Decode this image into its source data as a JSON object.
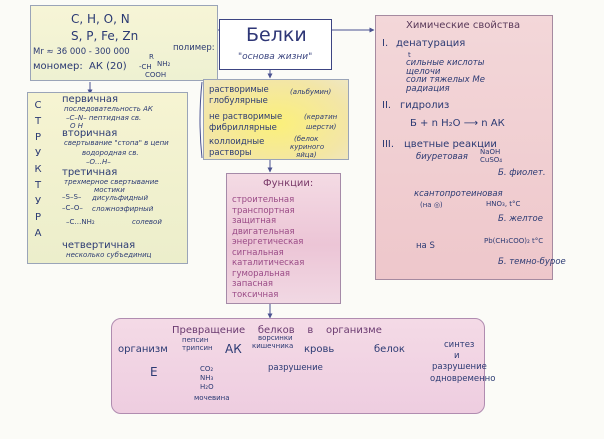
{
  "center": {
    "title": "Белки",
    "subtitle": "\"основа жизни\""
  },
  "composition": {
    "elements_line1": "C, H, O, N",
    "elements_line2": "S, P, Fe, Zn",
    "mr": "Mr ≈ 36 000 - 300 000",
    "monomer_label": "мономер:",
    "monomer_formula": "АК (20)",
    "polymer_label": "полимер:",
    "formula_r": "R",
    "formula_ch": "-CH",
    "formula_nh2": "NH₂",
    "formula_cooh": "COOH"
  },
  "structure": {
    "side_label": [
      "С",
      "Т",
      "Р",
      "У",
      "К",
      "Т",
      "У",
      "Р",
      "А"
    ],
    "primary_title": "первичная",
    "primary_desc": "последовательность АК",
    "primary_bond": "–C–N– пептидная св.",
    "primary_bond2": "O  H",
    "secondary_title": "вторичная",
    "secondary_desc": "свертывание \"стопа\" в цепи",
    "secondary_bond": "водородная св.",
    "secondary_bond2": "–O…H–",
    "tertiary_title": "третичная",
    "tertiary_desc": "трехмерное свертывание",
    "tertiary_ss": "–S–S–",
    "tertiary_ss_desc": "дисульфидный",
    "tertiary_bridge": "мостики",
    "tertiary_ester": "–C–O–",
    "tertiary_ester_desc": "сложноэфирный",
    "tertiary_salt": "–C…NH₂",
    "tertiary_salt_desc": "солевой",
    "quaternary_title": "четвертичная",
    "quaternary_desc": "несколько субъединиц"
  },
  "solubility": {
    "soluble": "растворимые",
    "globular": "глобулярные",
    "albumin": "(альбумин)",
    "insoluble": "не растворимые",
    "fibrillar": "фибриллярные",
    "keratin": "(кератин",
    "wool": "шерсти)",
    "colloid": "коллоидные",
    "solutions": "растворы",
    "protein_egg": "(белок",
    "egg": "куриного",
    "egg2": "яйца)"
  },
  "functions": {
    "title": "Функции:",
    "items": [
      "строительная",
      "транспортная",
      "защитная",
      "двигательная",
      "энергетическая",
      "сигнальная",
      "каталитическая",
      "гуморальная",
      "запасная",
      "токсичная"
    ]
  },
  "chemical": {
    "title": "Химические свойства",
    "denat_num": "I.",
    "denat": "денатурация",
    "denat_t": "t",
    "denat_items": [
      "сильные кислоты",
      "щелочи",
      "соли тяжелых Ме",
      "радиация"
    ],
    "hydro_num": "II.",
    "hydro": "гидролиз",
    "hydro_eq": "Б + n H₂O ⟶ n АК",
    "color_num": "III.",
    "color": "цветные реакции",
    "biuret": "биуретовая",
    "biuret_r1": "NaOH",
    "biuret_r2": "CuSO₄",
    "biuret_res": "Б. фиолет.",
    "xantho": "ксантопротеиновая",
    "xantho_sub": "(на ◎)",
    "xantho_r": "HNO₃, t°C",
    "xantho_res": "Б. желтое",
    "sulfur": "на S",
    "sulfur_r": "Pb(CH₃COO)₂ t°C",
    "sulfur_res": "Б. темно-бурое"
  },
  "transform": {
    "title": "Превращение    белков    в    организме",
    "organism": "организм",
    "pepsin": "пепсин",
    "trypsin": "трипсин",
    "ak": "АК",
    "villi": "ворсинки",
    "intestine": "кишечника",
    "blood": "кровь",
    "protein": "белок",
    "decay": "разрушение",
    "e": "E",
    "co2": "CO₂",
    "nh3": "NH₃",
    "h2o": "H₂O",
    "urea": "мочевина",
    "synthesis": "синтез",
    "and": "и",
    "destruction": "разрушение",
    "simultaneous": "одновременно"
  }
}
